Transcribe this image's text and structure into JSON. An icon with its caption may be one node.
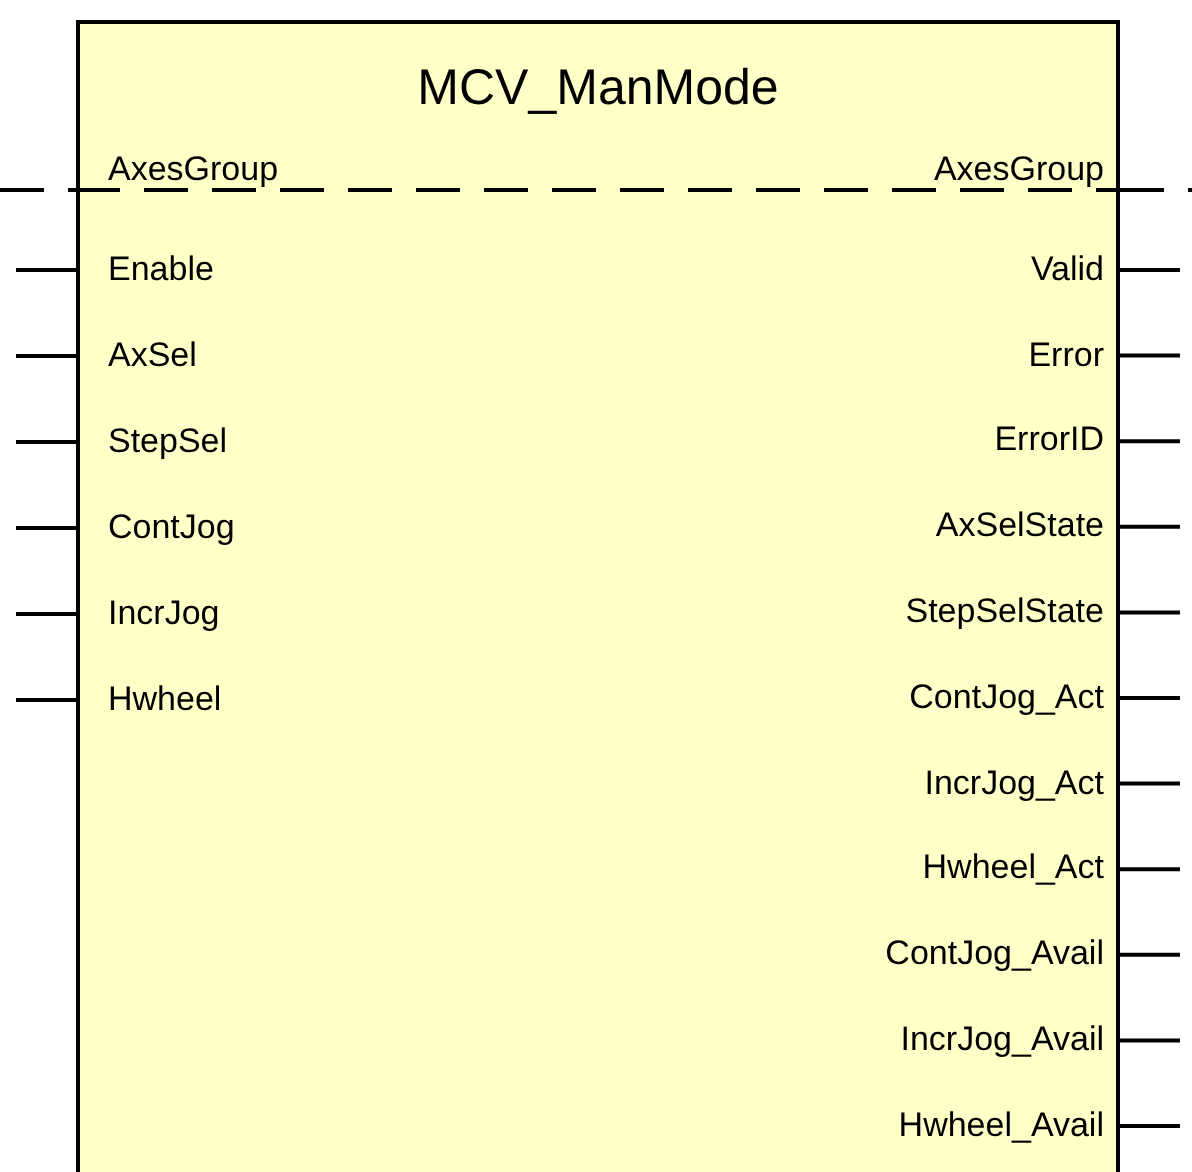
{
  "diagram": {
    "nodes": [
      {
        "text": [
          "MCV_ManMode"
        ]
      },
      {
        "text": [
          "AxesGroup"
        ],
        "in": 0
      },
      {
        "text": [
          "AxesGroup"
        ],
        "in": 0
      },
      {
        "text": [
          "Enable"
        ],
        "in": 0
      },
      {
        "text": [
          "AxSel"
        ],
        "in": 0
      },
      {
        "text": [
          "StepSel"
        ],
        "in": 0
      },
      {
        "text": [
          "ContJog"
        ],
        "in": 0
      },
      {
        "text": [
          "IncrJog"
        ],
        "in": 0
      },
      {
        "text": [
          "Hwheel"
        ],
        "in": 0
      },
      {
        "text": [
          "Valid"
        ],
        "in": 0
      },
      {
        "text": [
          "Error"
        ],
        "in": 0
      },
      {
        "text": [
          "ErrorID"
        ],
        "in": 0
      },
      {
        "text": [
          "AxSelState"
        ],
        "in": 0
      },
      {
        "text": [
          "StepSelState"
        ],
        "in": 0
      },
      {
        "text": [
          "ContJog_Act"
        ],
        "in": 0
      },
      {
        "text": [
          "IncrJog_Act"
        ],
        "in": 0
      },
      {
        "text": [
          "Hwheel_Act"
        ],
        "in": 0
      },
      {
        "text": [
          "ContJog_Avail"
        ],
        "in": 0
      },
      {
        "text": [
          "IncrJog_Avail"
        ],
        "in": 0
      },
      {
        "text": [
          "Hwheel_Avail"
        ],
        "in": 0
      }
    ],
    "edges": [
      {
        "from": null,
        "to": 1,
        "arrow": "none",
        "style": "dashed"
      },
      {
        "from": 1,
        "to": 2,
        "arrow": "none",
        "style": "dashed"
      },
      {
        "from": 2,
        "to": null,
        "arrow": "none",
        "style": "dashed"
      },
      {
        "from": null,
        "to": 3,
        "arrow": "none"
      },
      {
        "from": null,
        "to": 4,
        "arrow": "none"
      },
      {
        "from": null,
        "to": 5,
        "arrow": "none"
      },
      {
        "from": null,
        "to": 6,
        "arrow": "none"
      },
      {
        "from": null,
        "to": 7,
        "arrow": "none"
      },
      {
        "from": null,
        "to": 8,
        "arrow": "none"
      },
      {
        "from": 9,
        "to": null,
        "arrow": "none"
      },
      {
        "from": 10,
        "to": null,
        "arrow": "none"
      },
      {
        "from": 11,
        "to": null,
        "arrow": "none"
      },
      {
        "from": 12,
        "to": null,
        "arrow": "none"
      },
      {
        "from": 13,
        "to": null,
        "arrow": "none"
      },
      {
        "from": 14,
        "to": null,
        "arrow": "none"
      },
      {
        "from": 15,
        "to": null,
        "arrow": "none"
      },
      {
        "from": 16,
        "to": null,
        "arrow": "none"
      },
      {
        "from": 17,
        "to": null,
        "arrow": "none"
      },
      {
        "from": 18,
        "to": null,
        "arrow": "none"
      },
      {
        "from": 19,
        "to": null,
        "arrow": "none"
      }
    ]
  }
}
